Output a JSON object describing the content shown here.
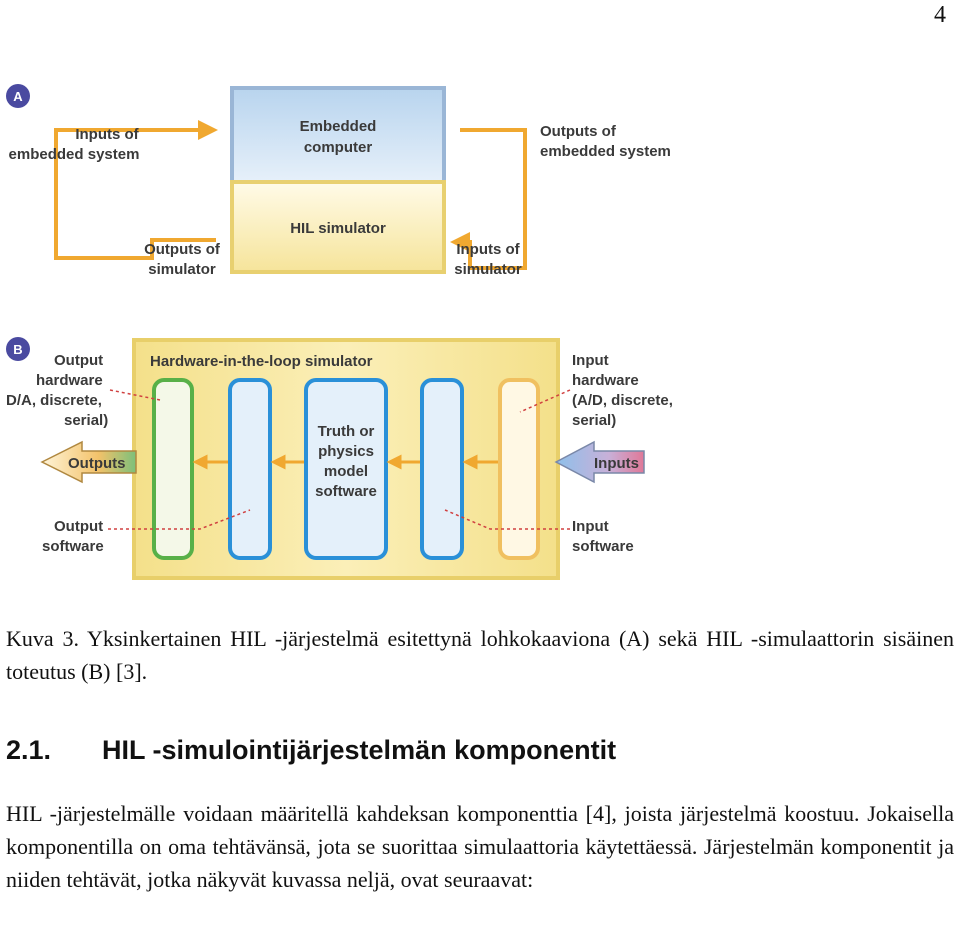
{
  "page_number": "4",
  "figure": {
    "panel_a": {
      "badge": "A",
      "top_box": [
        "Embedded",
        "computer"
      ],
      "bottom_box": "HIL simulator",
      "inputs_embedded": [
        "Inputs of",
        "embedded system"
      ],
      "outputs_embedded": [
        "Outputs of",
        "embedded system"
      ],
      "outputs_simulator": [
        "Outputs of",
        "simulator"
      ],
      "inputs_simulator": [
        "Inputs of",
        "simulator"
      ]
    },
    "panel_b": {
      "badge": "B",
      "title": "Hardware-in-the-loop simulator",
      "output_hardware": [
        "Output",
        "hardware",
        "D/A, discrete,",
        "serial)"
      ],
      "input_hardware": [
        "Input",
        "hardware",
        "(A/D, discrete,",
        "serial)"
      ],
      "outputs_arrow": "Outputs",
      "inputs_arrow": "Inputs",
      "center_box": [
        "Truth or",
        "physics",
        "model",
        "software"
      ],
      "output_software": [
        "Output",
        "software"
      ],
      "input_software": [
        "Input",
        "software"
      ]
    },
    "colors": {
      "arrow_orange": "#f0a830",
      "blue_box": "#2a90d8",
      "green_box": "#58b048",
      "yellow_panel": "#f8e8a0",
      "badge_purple": "#4a4aa0"
    }
  },
  "caption": "Kuva 3. Yksinkertainen HIL -järjestelmä esitettynä lohkokaaviona (A) sekä HIL -simulaattorin sisäinen toteutus (B) [3].",
  "section": {
    "number": "2.1.",
    "title": "HIL -simulointijärjestelmän komponentit"
  },
  "paragraph": "HIL -järjestelmälle voidaan määritellä kahdeksan komponenttia [4], joista järjestelmä koostuu. Jokaisella komponentilla on oma tehtävänsä, jota se suorittaa simulaattoria käytettäessä. Järjestelmän komponentit ja niiden tehtävät, jotka näkyvät kuvassa neljä, ovat seuraavat:"
}
